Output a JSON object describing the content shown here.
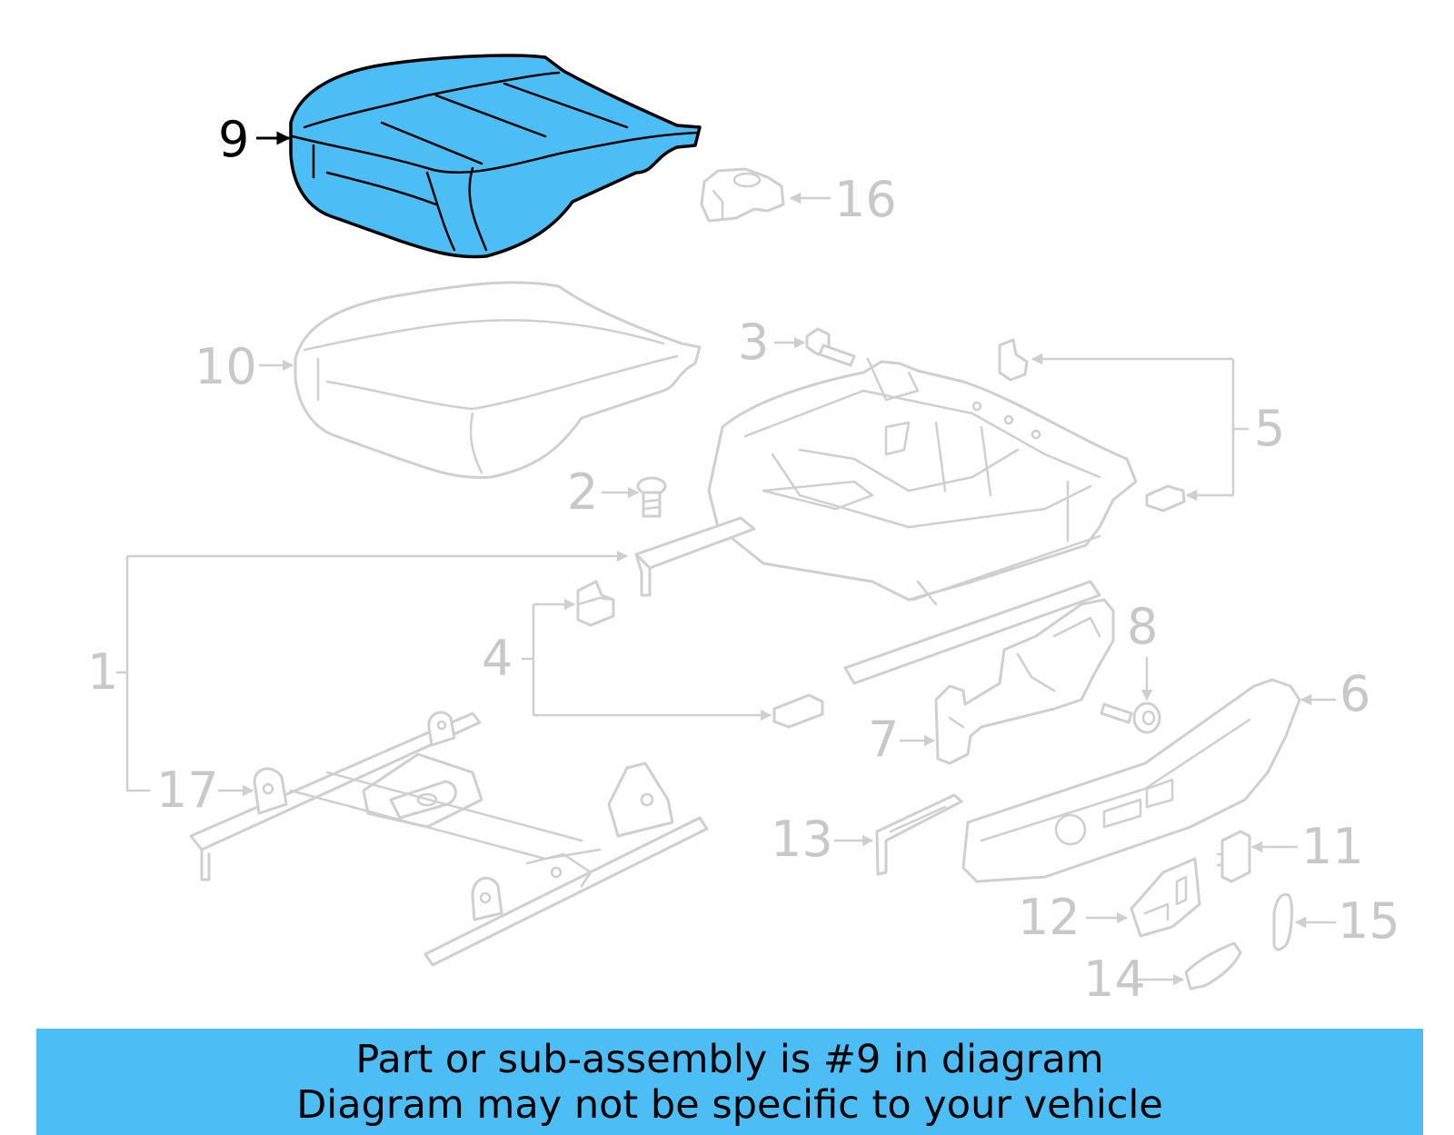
{
  "highlighted_part": "9",
  "colors": {
    "highlight": "#4dbdf5",
    "faded": "#cfcfcf",
    "banner": "#4dbdf5"
  },
  "callouts": [
    "1",
    "2",
    "3",
    "4",
    "5",
    "6",
    "7",
    "8",
    "9",
    "10",
    "11",
    "12",
    "13",
    "14",
    "15",
    "16",
    "17"
  ],
  "banner": {
    "line1": "Part or sub-assembly is #9 in diagram",
    "line2": "Diagram may not be specific to your vehicle"
  }
}
